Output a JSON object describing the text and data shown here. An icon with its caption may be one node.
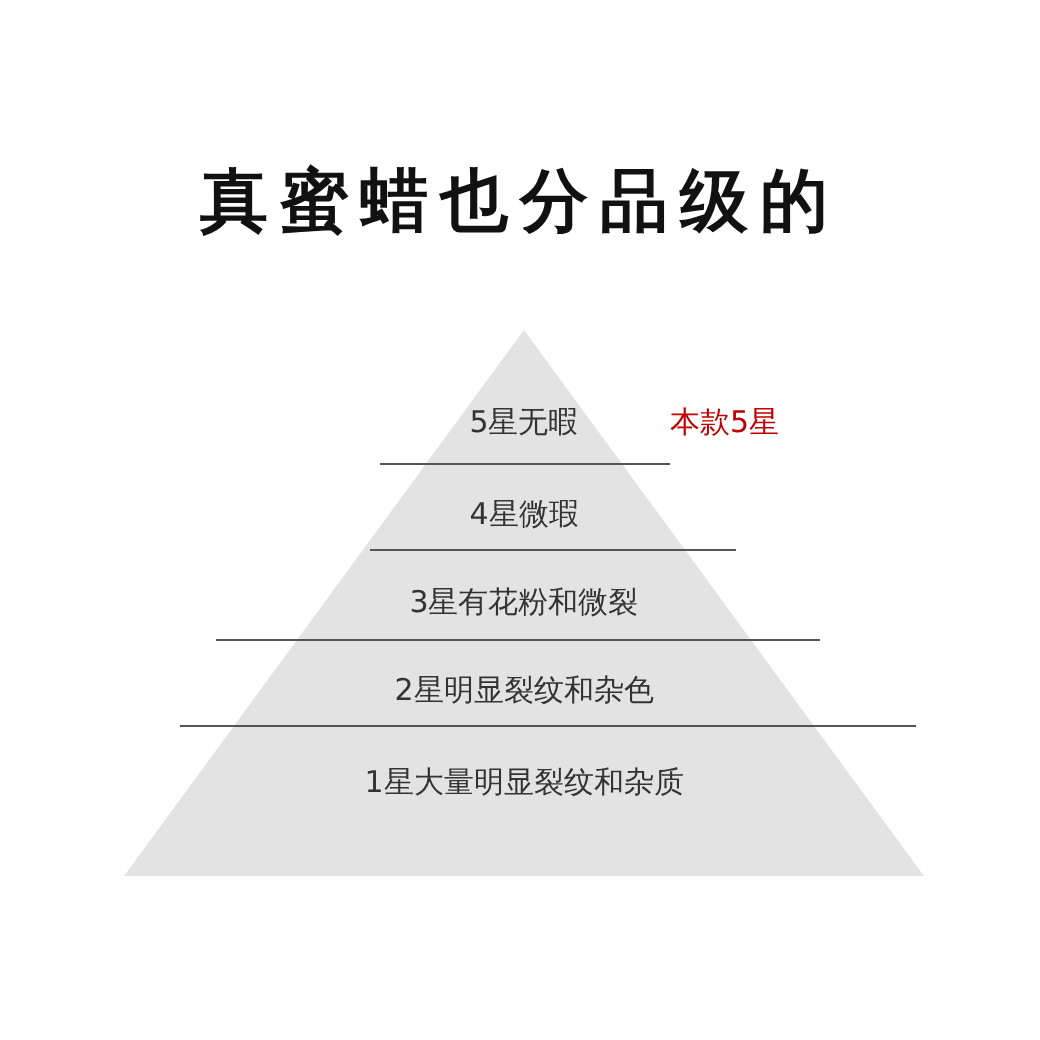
{
  "diagram": {
    "title": "真蜜蜡也分品级的",
    "nodes": [
      {
        "text": [
          "5星无暇"
        ]
      },
      {
        "text": [
          "4星微瑕"
        ]
      },
      {
        "text": [
          "3星有花粉和微裂"
        ]
      },
      {
        "text": [
          "2星明显裂纹和杂色"
        ]
      },
      {
        "text": [
          "1星大量明显裂纹和杂质"
        ]
      }
    ],
    "edges": [],
    "labels": [
      "本款5星"
    ]
  }
}
